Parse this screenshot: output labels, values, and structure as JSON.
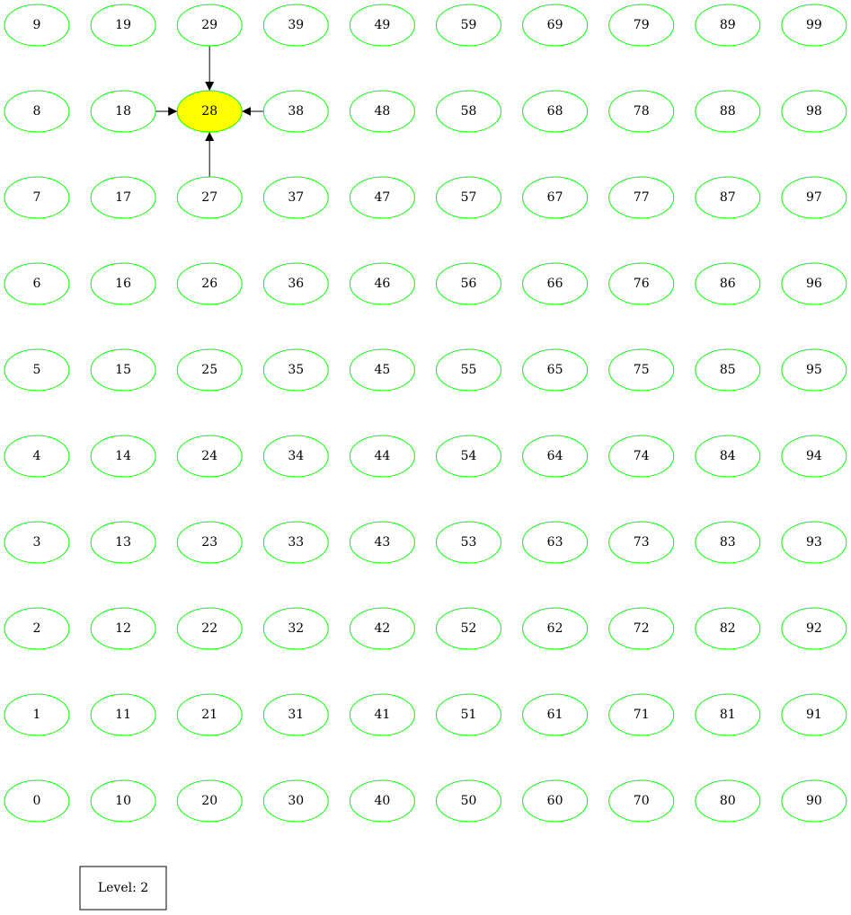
{
  "graph": {
    "node_labels": [
      [
        "9",
        "19",
        "29",
        "39",
        "49",
        "59",
        "69",
        "79",
        "89",
        "99"
      ],
      [
        "8",
        "18",
        "28",
        "38",
        "48",
        "58",
        "68",
        "78",
        "88",
        "98"
      ],
      [
        "7",
        "17",
        "27",
        "37",
        "47",
        "57",
        "67",
        "77",
        "87",
        "97"
      ],
      [
        "6",
        "16",
        "26",
        "36",
        "46",
        "56",
        "66",
        "76",
        "86",
        "96"
      ],
      [
        "5",
        "15",
        "25",
        "35",
        "45",
        "55",
        "65",
        "75",
        "85",
        "95"
      ],
      [
        "4",
        "14",
        "24",
        "34",
        "44",
        "54",
        "64",
        "74",
        "84",
        "94"
      ],
      [
        "3",
        "13",
        "23",
        "33",
        "43",
        "53",
        "63",
        "73",
        "83",
        "93"
      ],
      [
        "2",
        "12",
        "22",
        "32",
        "42",
        "52",
        "62",
        "72",
        "82",
        "92"
      ],
      [
        "1",
        "11",
        "21",
        "31",
        "41",
        "51",
        "61",
        "71",
        "81",
        "91"
      ],
      [
        "0",
        "10",
        "20",
        "30",
        "40",
        "50",
        "60",
        "70",
        "80",
        "90"
      ]
    ],
    "highlighted_node": "28",
    "edges": [
      {
        "from": "29",
        "to": "28"
      },
      {
        "from": "18",
        "to": "28"
      },
      {
        "from": "38",
        "to": "28"
      },
      {
        "from": "27",
        "to": "28"
      }
    ],
    "colors": {
      "node_stroke": "#00ff00",
      "highlight_fill": "#ffff00",
      "node_fill": "#ffffff",
      "edge": "#000000",
      "text": "#000000"
    }
  },
  "legend": {
    "label": "Level: 2"
  }
}
